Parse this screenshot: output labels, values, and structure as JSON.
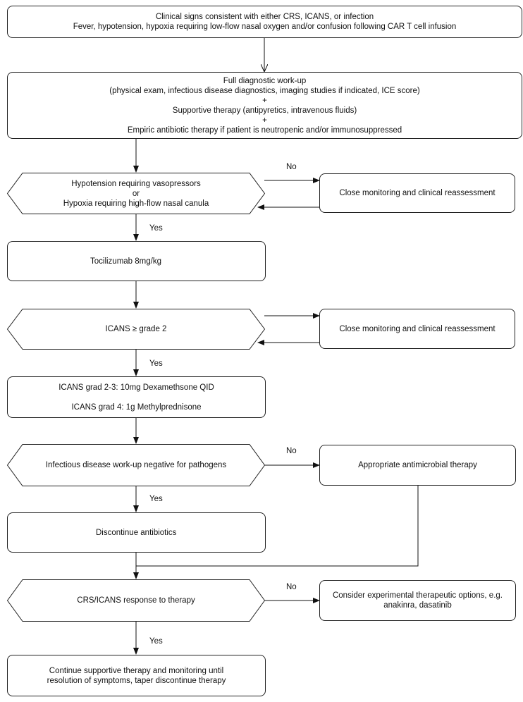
{
  "start": {
    "line1": "Clinical signs consistent with either CRS, ICANS, or infection",
    "line2": "Fever, hypotension, hypoxia requiring low-flow nasal oxygen and/or confusion following CAR T cell infusion"
  },
  "workup": {
    "line1": "Full diagnostic work-up",
    "line2": "(physical exam, infectious disease diagnostics, imaging studies if indicated, ICE score)",
    "plus1": "+",
    "line3": "Supportive therapy (antipyretics, intravenous fluids)",
    "plus2": "+",
    "line4": "Empiric antibiotic therapy if patient is neutropenic and/or immunosuppressed"
  },
  "decision_hypotension": {
    "line1": "Hypotension requiring vasopressors",
    "line2": "or",
    "line3": "Hypoxia requiring high-flow nasal canula"
  },
  "monitor1": "Close monitoring and clinical reassessment",
  "tocilizumab": "Tocilizumab 8mg/kg",
  "decision_icans": {
    "prefix": "ICANS",
    "symbol": "≥",
    "suffix": "grade 2"
  },
  "monitor2": "Close monitoring and clinical reassessment",
  "steroids": {
    "line1": "ICANS grad 2-3: 10mg Dexamethsone QID",
    "line2": "ICANS grad 4: 1g Methylprednisone"
  },
  "decision_infection": "Infectious disease work-up negative for pathogens",
  "antimicrobial": "Appropriate antimicrobial therapy",
  "discontinue": "Discontinue antibiotics",
  "decision_response": "CRS/ICANS response to therapy",
  "experimental": {
    "line1": "Consider experimental therapeutic options, e.g.",
    "line2": "anakinra, dasatinib"
  },
  "final": {
    "line1": "Continue supportive therapy and monitoring until",
    "line2": "resolution of symptoms, taper discontinue therapy"
  },
  "labels": {
    "no1": "No",
    "yes1": "Yes",
    "yes2": "Yes",
    "no3": "No",
    "yes3": "Yes",
    "no4": "No",
    "yes4": "Yes"
  }
}
